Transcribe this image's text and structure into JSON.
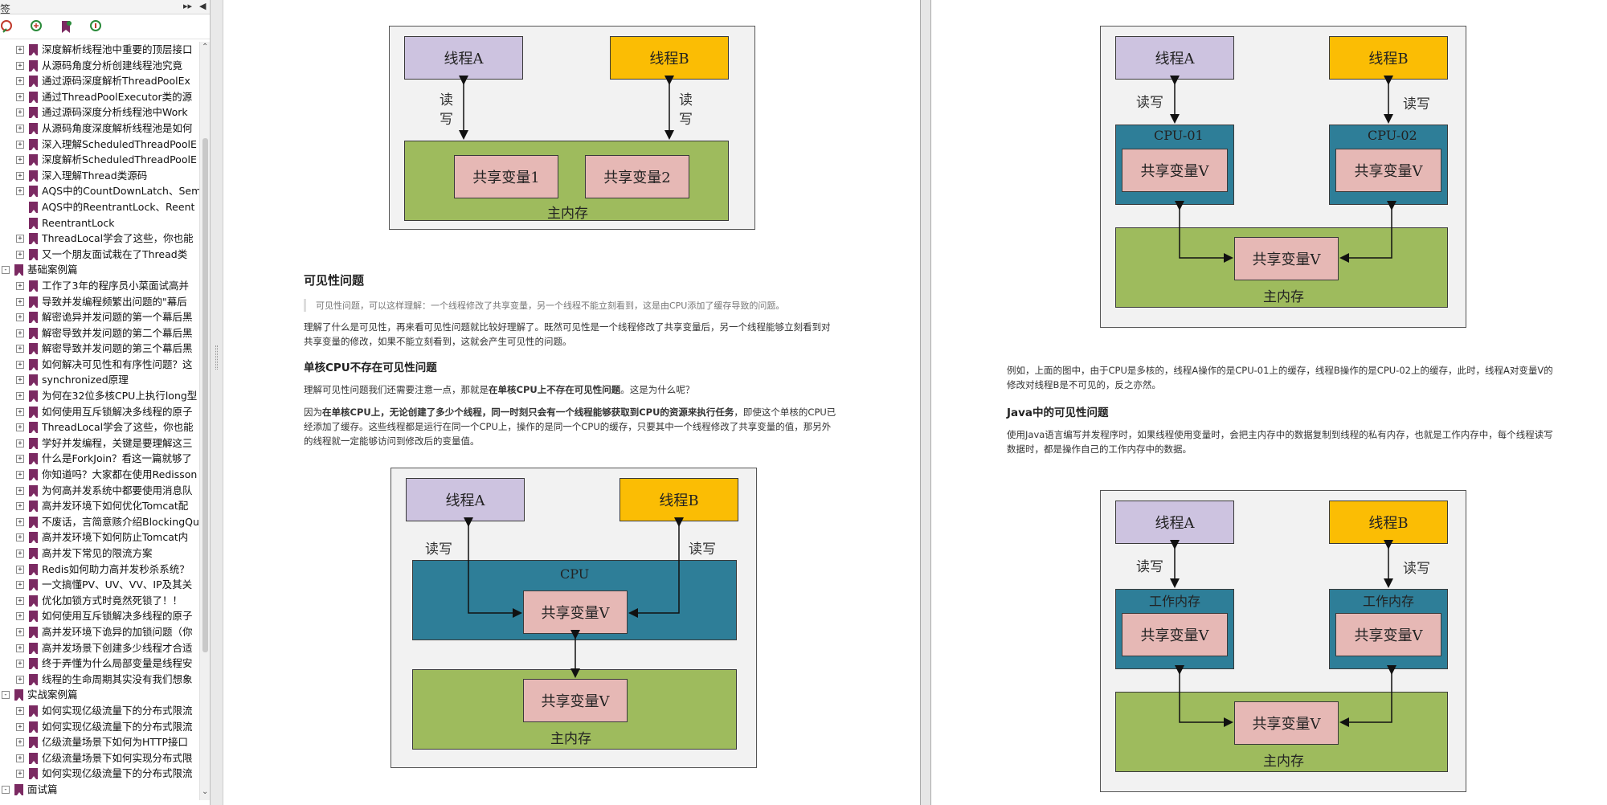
{
  "sidebar": {
    "title": "签",
    "collapse_icon": "double-chevron-right-icon",
    "close_icon": "triangle-left-icon",
    "tools": [
      "bookmark-delete-icon",
      "bookmark-add-icon",
      "bookmark-flag-icon",
      "bookmark-find-icon"
    ],
    "items": [
      {
        "label": "深度解析线程池中重要的顶层接口",
        "level": 1,
        "expand": "+"
      },
      {
        "label": "从源码角度分析创建线程池究竟",
        "level": 1,
        "expand": "+"
      },
      {
        "label": "通过源码深度解析ThreadPoolEx",
        "level": 1,
        "expand": "+"
      },
      {
        "label": "通过ThreadPoolExecutor类的源",
        "level": 1,
        "expand": "+"
      },
      {
        "label": "通过源码深度分析线程池中Work",
        "level": 1,
        "expand": "+"
      },
      {
        "label": "从源码角度深度解析线程池是如何",
        "level": 1,
        "expand": "+"
      },
      {
        "label": "深入理解ScheduledThreadPoolE",
        "level": 1,
        "expand": "+"
      },
      {
        "label": "深度解析ScheduledThreadPoolE",
        "level": 1,
        "expand": "+"
      },
      {
        "label": "深入理解Thread类源码",
        "level": 1,
        "expand": "+"
      },
      {
        "label": "AQS中的CountDownLatch、Sem",
        "level": 1,
        "expand": "+"
      },
      {
        "label": "AQS中的ReentrantLock、Reent",
        "level": 1,
        "expand": ""
      },
      {
        "label": "ReentrantLock",
        "level": 1,
        "expand": ""
      },
      {
        "label": "ThreadLocal学会了这些，你也能",
        "level": 1,
        "expand": "+"
      },
      {
        "label": "又一个朋友面试栽在了Thread类",
        "level": 1,
        "expand": "+"
      },
      {
        "label": "基础案例篇",
        "level": 0,
        "expand": "-"
      },
      {
        "label": "工作了3年的程序员小菜面试高并",
        "level": 1,
        "expand": "+"
      },
      {
        "label": "导致并发编程频繁出问题的\"幕后",
        "level": 1,
        "expand": "+"
      },
      {
        "label": "解密诡异并发问题的第一个幕后黑",
        "level": 1,
        "expand": "+"
      },
      {
        "label": "解密导致并发问题的第二个幕后黑",
        "level": 1,
        "expand": "+"
      },
      {
        "label": "解密导致并发问题的第三个幕后黑",
        "level": 1,
        "expand": "+"
      },
      {
        "label": "如何解决可见性和有序性问题？这",
        "level": 1,
        "expand": "+"
      },
      {
        "label": "synchronized原理",
        "level": 1,
        "expand": "+"
      },
      {
        "label": "为何在32位多核CPU上执行long型",
        "level": 1,
        "expand": "+"
      },
      {
        "label": "如何使用互斥锁解决多线程的原子",
        "level": 1,
        "expand": "+"
      },
      {
        "label": "ThreadLocal学会了这些，你也能",
        "level": 1,
        "expand": "+"
      },
      {
        "label": "学好并发编程，关键是要理解这三",
        "level": 1,
        "expand": "+"
      },
      {
        "label": "什么是ForkJoin？看这一篇就够了",
        "level": 1,
        "expand": "+"
      },
      {
        "label": "你知道吗？大家都在使用Redisson",
        "level": 1,
        "expand": "+"
      },
      {
        "label": "为何高并发系统中都要使用消息队",
        "level": 1,
        "expand": "+"
      },
      {
        "label": "高并发环境下如何优化Tomcat配",
        "level": 1,
        "expand": "+"
      },
      {
        "label": "不废话，言简意赅介绍BlockingQu",
        "level": 1,
        "expand": "+"
      },
      {
        "label": "高并发环境下如何防止Tomcat内",
        "level": 1,
        "expand": "+"
      },
      {
        "label": "高并发下常见的限流方案",
        "level": 1,
        "expand": "+"
      },
      {
        "label": "Redis如何助力高并发秒杀系统？",
        "level": 1,
        "expand": "+"
      },
      {
        "label": "一文搞懂PV、UV、VV、IP及其关",
        "level": 1,
        "expand": "+"
      },
      {
        "label": "优化加锁方式时竟然死锁了！！",
        "level": 1,
        "expand": "+"
      },
      {
        "label": "如何使用互斥锁解决多线程的原子",
        "level": 1,
        "expand": "+"
      },
      {
        "label": "高并发环境下诡异的加锁问题（你",
        "level": 1,
        "expand": "+"
      },
      {
        "label": "高并发场景下创建多少线程才合适",
        "level": 1,
        "expand": "+"
      },
      {
        "label": "终于弄懂为什么局部变量是线程安",
        "level": 1,
        "expand": "+"
      },
      {
        "label": "线程的生命周期其实没有我们想象",
        "level": 1,
        "expand": "+"
      },
      {
        "label": "实战案例篇",
        "level": 0,
        "expand": "-"
      },
      {
        "label": "如何实现亿级流量下的分布式限流",
        "level": 1,
        "expand": "+"
      },
      {
        "label": "如何实现亿级流量下的分布式限流",
        "level": 1,
        "expand": "+"
      },
      {
        "label": "亿级流量场景下如何为HTTP接口",
        "level": 1,
        "expand": "+"
      },
      {
        "label": "亿级流量场景下如何实现分布式限",
        "level": 1,
        "expand": "+"
      },
      {
        "label": "如何实现亿级流量下的分布式限流",
        "level": 1,
        "expand": "+"
      },
      {
        "label": "面试篇",
        "level": 0,
        "expand": "-"
      }
    ]
  },
  "left_page": {
    "fig1": {
      "thread_a": "线程A",
      "thread_b": "线程B",
      "rw_left": "读\n写",
      "rw_right": "读\n写",
      "var1": "共享变量1",
      "var2": "共享变量2",
      "main_mem": "主内存"
    },
    "section_title": "可见性问题",
    "quote": "可见性问题，可以这样理解：一个线程修改了共享变量，另一个线程不能立刻看到，这是由CPU添加了缓存导致的问题。",
    "para1": "理解了什么是可见性，再来看可见性问题就比较好理解了。既然可见性是一个线程修改了共享变量后，另一个线程能够立刻看到对共享变量的修改，如果不能立刻看到，这就会产生可见性的问题。",
    "sub_title": "单核CPU不存在可见性问题",
    "para2_pre": "理解可见性问题我们还需要注意一点，那就是",
    "para2_bold": "在单核CPU上不存在可见性问题",
    "para2_post": "。这是为什么呢？",
    "para3_pre": "因为",
    "para3_bold1": "在单核CPU上，无论创建了多少个线程，同一时刻只会有一个线程能够获取到CPU的资源来执行任务",
    "para3_post": "，即使这个单核的CPU已经添加了缓存。这些线程都是运行在同一个CPU上，操作的是同一个CPU的缓存，只要其中一个线程修改了共享变量的值，那另外的线程就一定能够访问到修改后的变量值。",
    "fig2": {
      "thread_a": "线程A",
      "thread_b": "线程B",
      "rw_left": "读写",
      "rw_right": "读写",
      "cpu": "CPU",
      "var_cpu": "共享变量V",
      "var_mem": "共享变量V",
      "main_mem": "主内存"
    }
  },
  "right_page": {
    "fig1": {
      "thread_a": "线程A",
      "thread_b": "线程B",
      "rw_left": "读写",
      "rw_right": "读写",
      "cpu1": "CPU-01",
      "cpu2": "CPU-02",
      "var1": "共享变量V",
      "var2": "共享变量V",
      "var_mem": "共享变量V",
      "main_mem": "主内存"
    },
    "para1": "例如，上面的图中，由于CPU是多核的，线程A操作的是CPU-01上的缓存，线程B操作的是CPU-02上的缓存，此时，线程A对变量V的修改对线程B是不可见的，反之亦然。",
    "section_title": "Java中的可见性问题",
    "para2": "使用Java语言编写并发程序时，如果线程使用变量时，会把主内存中的数据复制到线程的私有内存，也就是工作内存中，每个线程读写数据时，都是操作自己的工作内存中的数据。",
    "fig2": {
      "thread_a": "线程A",
      "thread_b": "线程B",
      "rw_left": "读写",
      "rw_right": "读写",
      "wm1": "工作内存",
      "wm2": "工作内存",
      "var1": "共享变量V",
      "var2": "共享变量V",
      "var_mem": "共享变量V",
      "main_mem": "主内存"
    }
  },
  "colors": {
    "purple": "#cdc3e0",
    "yellow": "#fbbd04",
    "green": "#9ebb5d",
    "teal": "#2e7e98",
    "pink": "#e6b8b5",
    "flag": "#7b2a62"
  }
}
